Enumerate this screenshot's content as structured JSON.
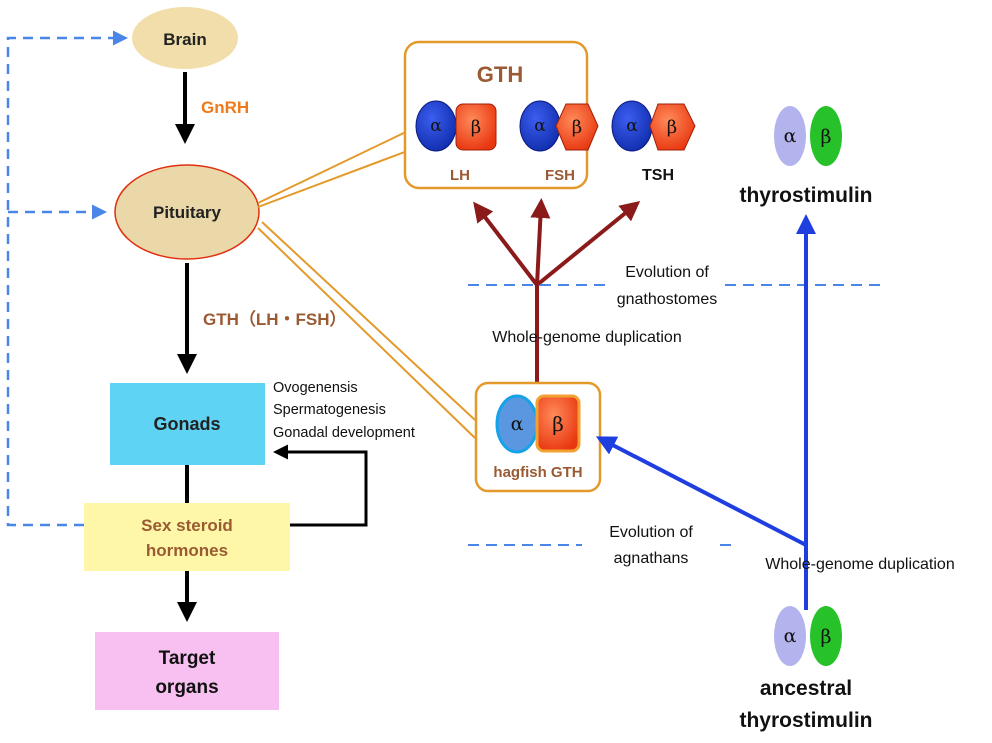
{
  "axis": {
    "brain": "Brain",
    "gnrh": "GnRH",
    "pituitary": "Pituitary",
    "gth_lh_fsh": "GTH（LH・FSH）",
    "gonads": "Gonads",
    "gonad_effects": [
      "Ovogenensis",
      "Spermatogenesis",
      "Gonadal development"
    ],
    "sex_steroid": [
      "Sex steroid",
      "hormones"
    ],
    "target": [
      "Target",
      "organs"
    ]
  },
  "gth_box": {
    "title": "GTH",
    "lh": "LH",
    "fsh": "FSH",
    "tsh": "TSH"
  },
  "subunits": {
    "alpha": "α",
    "beta": "β"
  },
  "hagfish": {
    "label": "hagfish GTH"
  },
  "evolution": {
    "gnathostomes": [
      "Evolution of",
      "gnathostomes"
    ],
    "agnathans": [
      "Evolution of",
      "agnathans"
    ],
    "wgd_upper": "Whole-genome duplication",
    "wgd_lower": "Whole-genome duplication"
  },
  "thyro": {
    "modern": "thyrostimulin",
    "ancestral": [
      "ancestral",
      "thyrostimulin"
    ]
  },
  "colors": {
    "brown": "#9a5a33",
    "orange_text": "#f07a1a",
    "box_border": "#e39a2a",
    "dashed_blue": "#4a86e8",
    "solid_blue": "#1f3ee0",
    "dark_red": "#8b1a1a",
    "alpha_blue": "#1d3fd1",
    "beta_orange": "#f04a1a",
    "thyro_alpha": "#b3b3ee",
    "thyro_beta": "#27c12a",
    "gonads_fill": "#5fd3f3",
    "steroid_fill": "#fff7a8",
    "target_fill": "#f7c0f0",
    "brain_fill": "#f2deab",
    "pit_fill": "#ead8a8"
  }
}
